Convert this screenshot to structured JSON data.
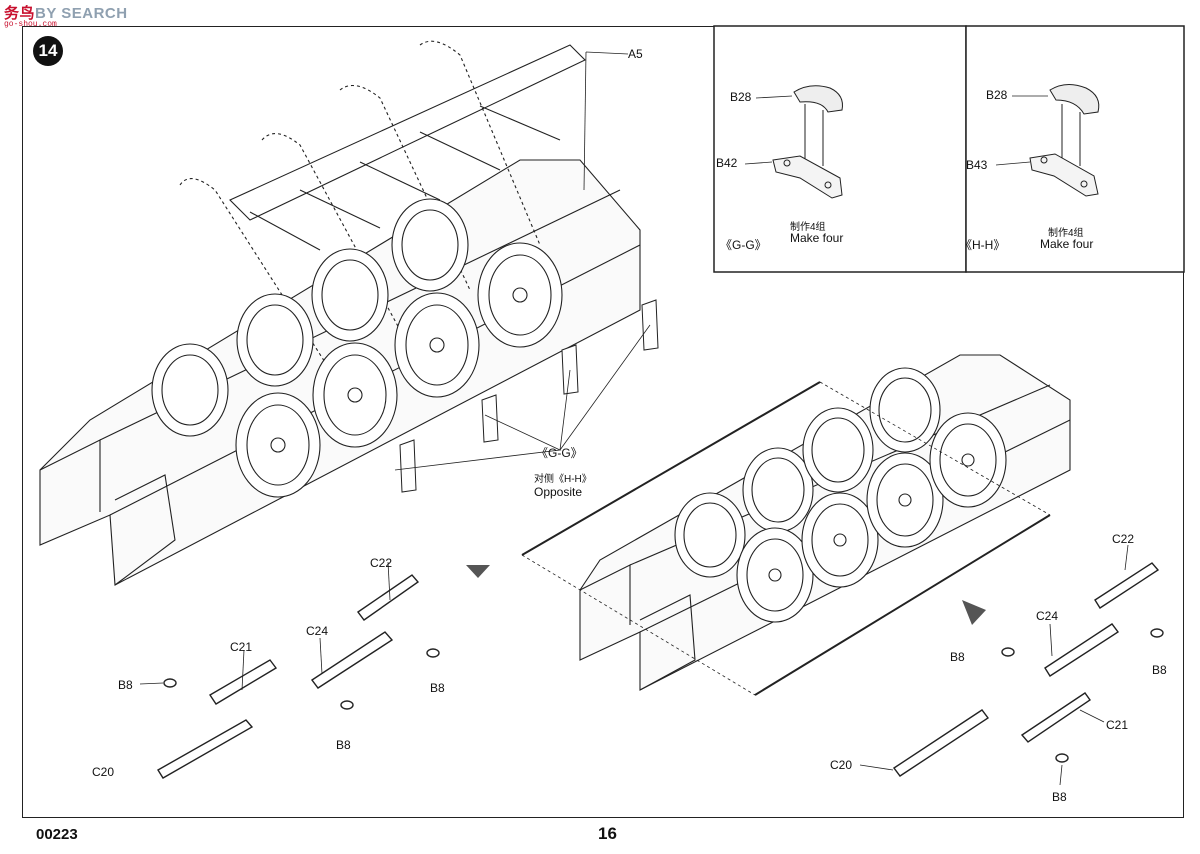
{
  "watermark": {
    "brand_a": "务鸟",
    "brand_b": "BY SEARCH",
    "sub": "go-shou.com"
  },
  "step_number": "14",
  "parts": {
    "a5": "A5",
    "b28": "B28",
    "b42": "B42",
    "b43": "B43",
    "b8": "B8",
    "c20": "C20",
    "c21": "C21",
    "c22": "C22",
    "c24": "C24"
  },
  "insets": {
    "gg": {
      "title": "《G-G》",
      "note_cn": "制作4组",
      "note_en": "Make four"
    },
    "hh": {
      "title": "《H-H》",
      "note_cn": "制作4组",
      "note_en": "Make four"
    }
  },
  "callout": {
    "gg": "《G-G》",
    "hh": "对侧《H-H》",
    "opposite": "Opposite"
  },
  "footer": {
    "code": "00223",
    "page": "16"
  }
}
